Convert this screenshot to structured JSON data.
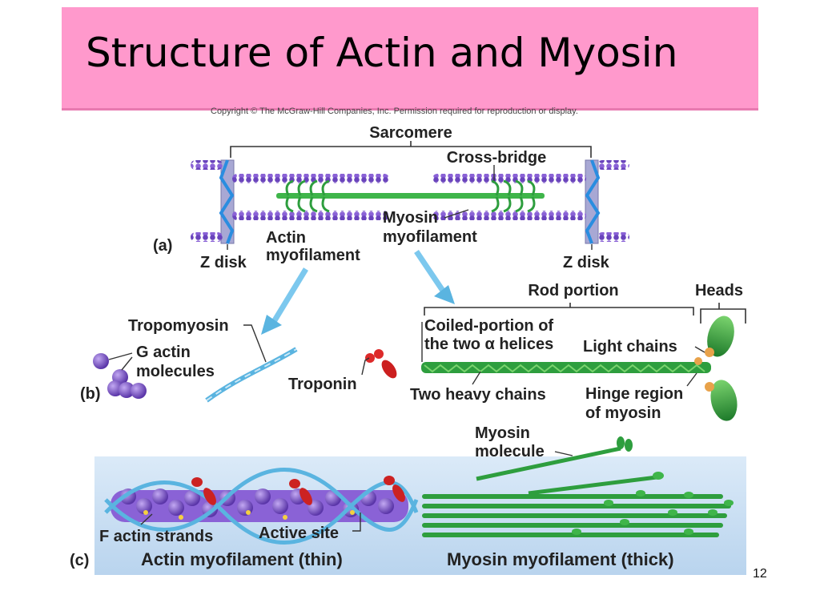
{
  "slide": {
    "title": "Structure of Actin and Myosin",
    "copyright": "Copyright © The McGraw-Hill Companies, Inc. Permission required for reproduction or display.",
    "page_number": "12"
  },
  "panel_a": {
    "tag": "(a)",
    "sarcomere": "Sarcomere",
    "cross_bridge": "Cross-bridge",
    "actin_line1": "Actin",
    "actin_line2": "myofilament",
    "myosin_line1": "Myosin",
    "myosin_line2": "myofilament",
    "z_disk_left": "Z disk",
    "z_disk_right": "Z disk"
  },
  "panel_b": {
    "tag": "(b)",
    "tropomyosin": "Tropomyosin",
    "g_actin_line1": "G actin",
    "g_actin_line2": "molecules",
    "troponin": "Troponin",
    "rod_portion": "Rod portion",
    "heads": "Heads",
    "coiled_line1": "Coiled-portion of",
    "coiled_line2": "the two α helices",
    "light_chains": "Light chains",
    "two_heavy_chains": "Two heavy chains",
    "hinge_line1": "Hinge region",
    "hinge_line2": "of myosin"
  },
  "panel_c": {
    "tag": "(c)",
    "myosin_molecule_line1": "Myosin",
    "myosin_molecule_line2": "molecule",
    "f_actin_strands": "F actin strands",
    "active_site": "Active site",
    "actin_caption": "Actin myofilament (thin)",
    "myosin_caption": "Myosin myofilament (thick)"
  },
  "colors": {
    "title_band": "#ff99cc",
    "actin_purple": "#7b52c8",
    "myosin_green": "#2e9e3e",
    "tropomyosin_blue": "#5ab4e0",
    "troponin_red": "#cc2222",
    "panel_c_bg": "#cfe3f5",
    "z_disk": "#9999cc"
  }
}
